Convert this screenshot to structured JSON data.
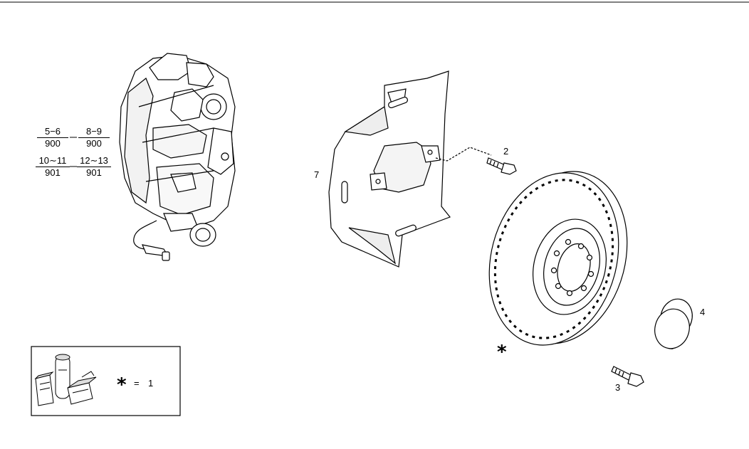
{
  "callouts": {
    "part_2": "2",
    "part_3": "3",
    "part_4": "4",
    "part_7": "7"
  },
  "fractions": [
    {
      "num": "5−6",
      "den": "900"
    },
    {
      "num": "8−9",
      "den": "900"
    },
    {
      "num": "10∼11",
      "den": "901"
    },
    {
      "num": "12∼13",
      "den": "901"
    }
  ],
  "legend": {
    "symbol": "*",
    "equals": "=",
    "value": "1"
  },
  "disc_marker": "*",
  "icons": [
    "brake-caliper-icon",
    "brake-disc-icon",
    "splash-shield-icon",
    "bolt-icon",
    "hub-cap-icon",
    "parts-kit-icon"
  ]
}
